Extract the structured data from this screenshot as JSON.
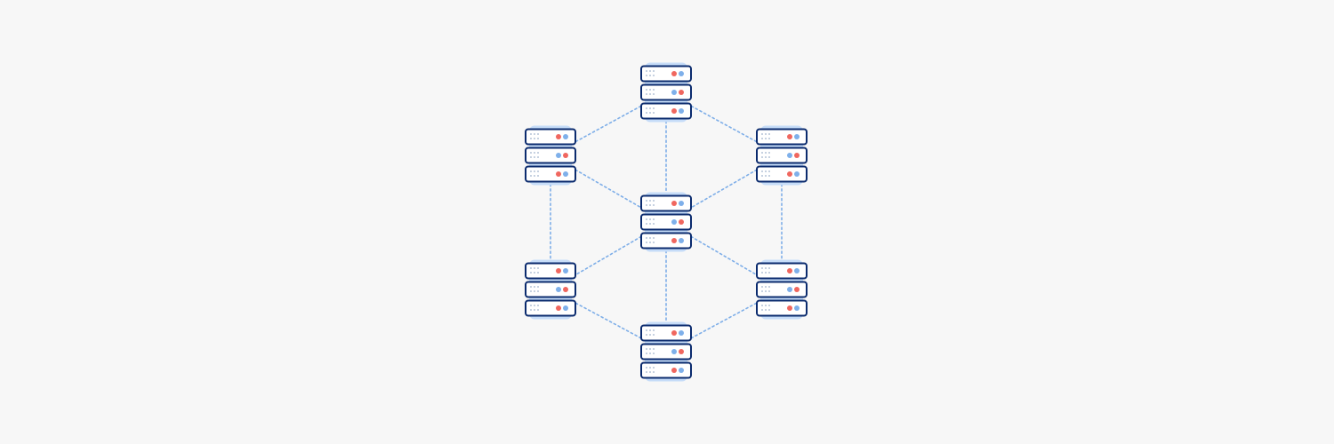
{
  "diagram": {
    "colors": {
      "background": "#f7f7f7",
      "server_outline": "#0b2b6e",
      "server_fill": "#ffffff",
      "server_shadow": "#c6dcf8",
      "vent_dots": "#9fb2cc",
      "led_red": "#f0675f",
      "led_blue": "#7fb0ea",
      "connector": "#7eaee8"
    },
    "nodes": [
      {
        "id": "top",
        "icon": "server-rack-icon",
        "leds": [
          [
            "red",
            "blue"
          ],
          [
            "blue",
            "red"
          ],
          [
            "red",
            "blue"
          ]
        ]
      },
      {
        "id": "upper-left",
        "icon": "server-rack-icon",
        "leds": [
          [
            "red",
            "blue"
          ],
          [
            "blue",
            "red"
          ],
          [
            "red",
            "blue"
          ]
        ]
      },
      {
        "id": "upper-right",
        "icon": "server-rack-icon",
        "leds": [
          [
            "red",
            "blue"
          ],
          [
            "blue",
            "red"
          ],
          [
            "red",
            "blue"
          ]
        ]
      },
      {
        "id": "center",
        "icon": "server-rack-icon",
        "leds": [
          [
            "red",
            "blue"
          ],
          [
            "blue",
            "red"
          ],
          [
            "red",
            "blue"
          ]
        ]
      },
      {
        "id": "lower-left",
        "icon": "server-rack-icon",
        "leds": [
          [
            "red",
            "blue"
          ],
          [
            "blue",
            "red"
          ],
          [
            "red",
            "blue"
          ]
        ]
      },
      {
        "id": "lower-right",
        "icon": "server-rack-icon",
        "leds": [
          [
            "red",
            "blue"
          ],
          [
            "blue",
            "red"
          ],
          [
            "red",
            "blue"
          ]
        ]
      },
      {
        "id": "bottom",
        "icon": "server-rack-icon",
        "leds": [
          [
            "red",
            "blue"
          ],
          [
            "blue",
            "red"
          ],
          [
            "red",
            "blue"
          ]
        ]
      }
    ],
    "edges": [
      [
        "top",
        "upper-left"
      ],
      [
        "top",
        "upper-right"
      ],
      [
        "top",
        "center"
      ],
      [
        "upper-left",
        "center"
      ],
      [
        "upper-right",
        "center"
      ],
      [
        "upper-left",
        "lower-left"
      ],
      [
        "upper-right",
        "lower-right"
      ],
      [
        "center",
        "lower-left"
      ],
      [
        "center",
        "lower-right"
      ],
      [
        "center",
        "bottom"
      ],
      [
        "lower-left",
        "bottom"
      ],
      [
        "lower-right",
        "bottom"
      ]
    ]
  }
}
